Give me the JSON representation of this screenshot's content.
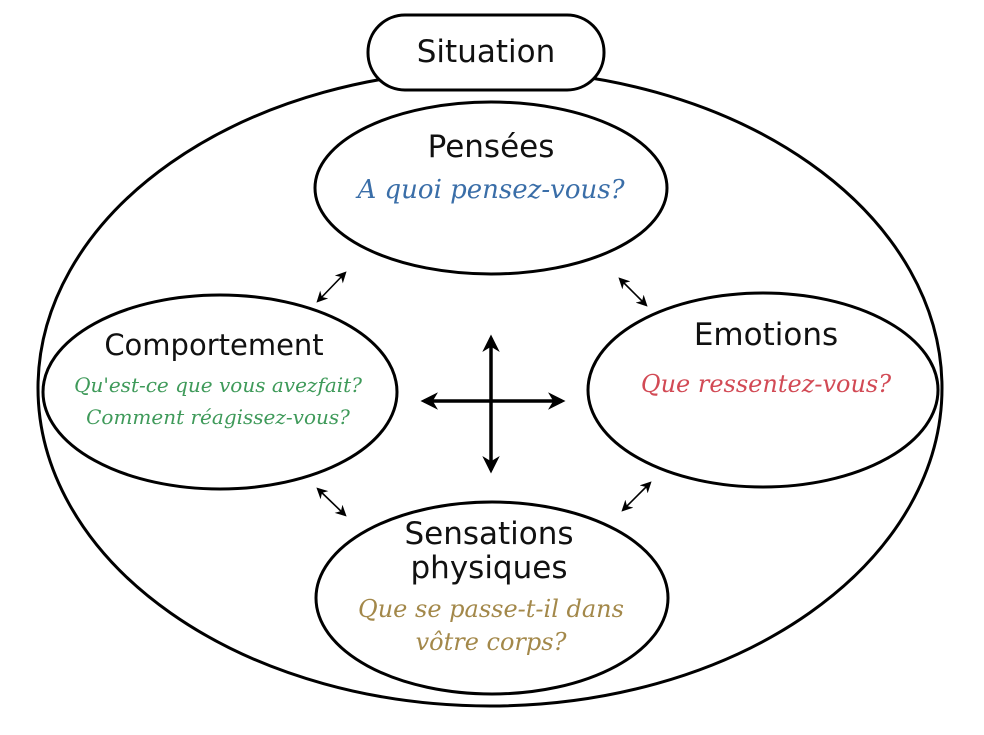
{
  "situation": {
    "label": "Situation"
  },
  "nodes": {
    "pensees": {
      "title": "Pensées",
      "questions": [
        "A quoi pensez-vous?"
      ],
      "question_color": "#3a6ea8"
    },
    "comportement": {
      "title": "Comportement",
      "questions": [
        "Qu'est-ce que vous avezfait?",
        "Comment réagissez-vous?"
      ],
      "question_color": "#3f9a5a"
    },
    "emotions": {
      "title": "Emotions",
      "questions": [
        "Que ressentez-vous?"
      ],
      "question_color": "#d24a55"
    },
    "sensations": {
      "title_lines": [
        "Sensations",
        "physiques"
      ],
      "questions": [
        "Que se passe-t-il dans",
        "vôtre corps?"
      ],
      "question_color": "#a3884a"
    }
  },
  "connections": [
    {
      "from": "pensees",
      "to": "comportement",
      "type": "bidirectional"
    },
    {
      "from": "pensees",
      "to": "emotions",
      "type": "bidirectional"
    },
    {
      "from": "comportement",
      "to": "sensations",
      "type": "bidirectional"
    },
    {
      "from": "emotions",
      "to": "sensations",
      "type": "bidirectional"
    }
  ],
  "center_icon": "four-way-arrow-icon"
}
